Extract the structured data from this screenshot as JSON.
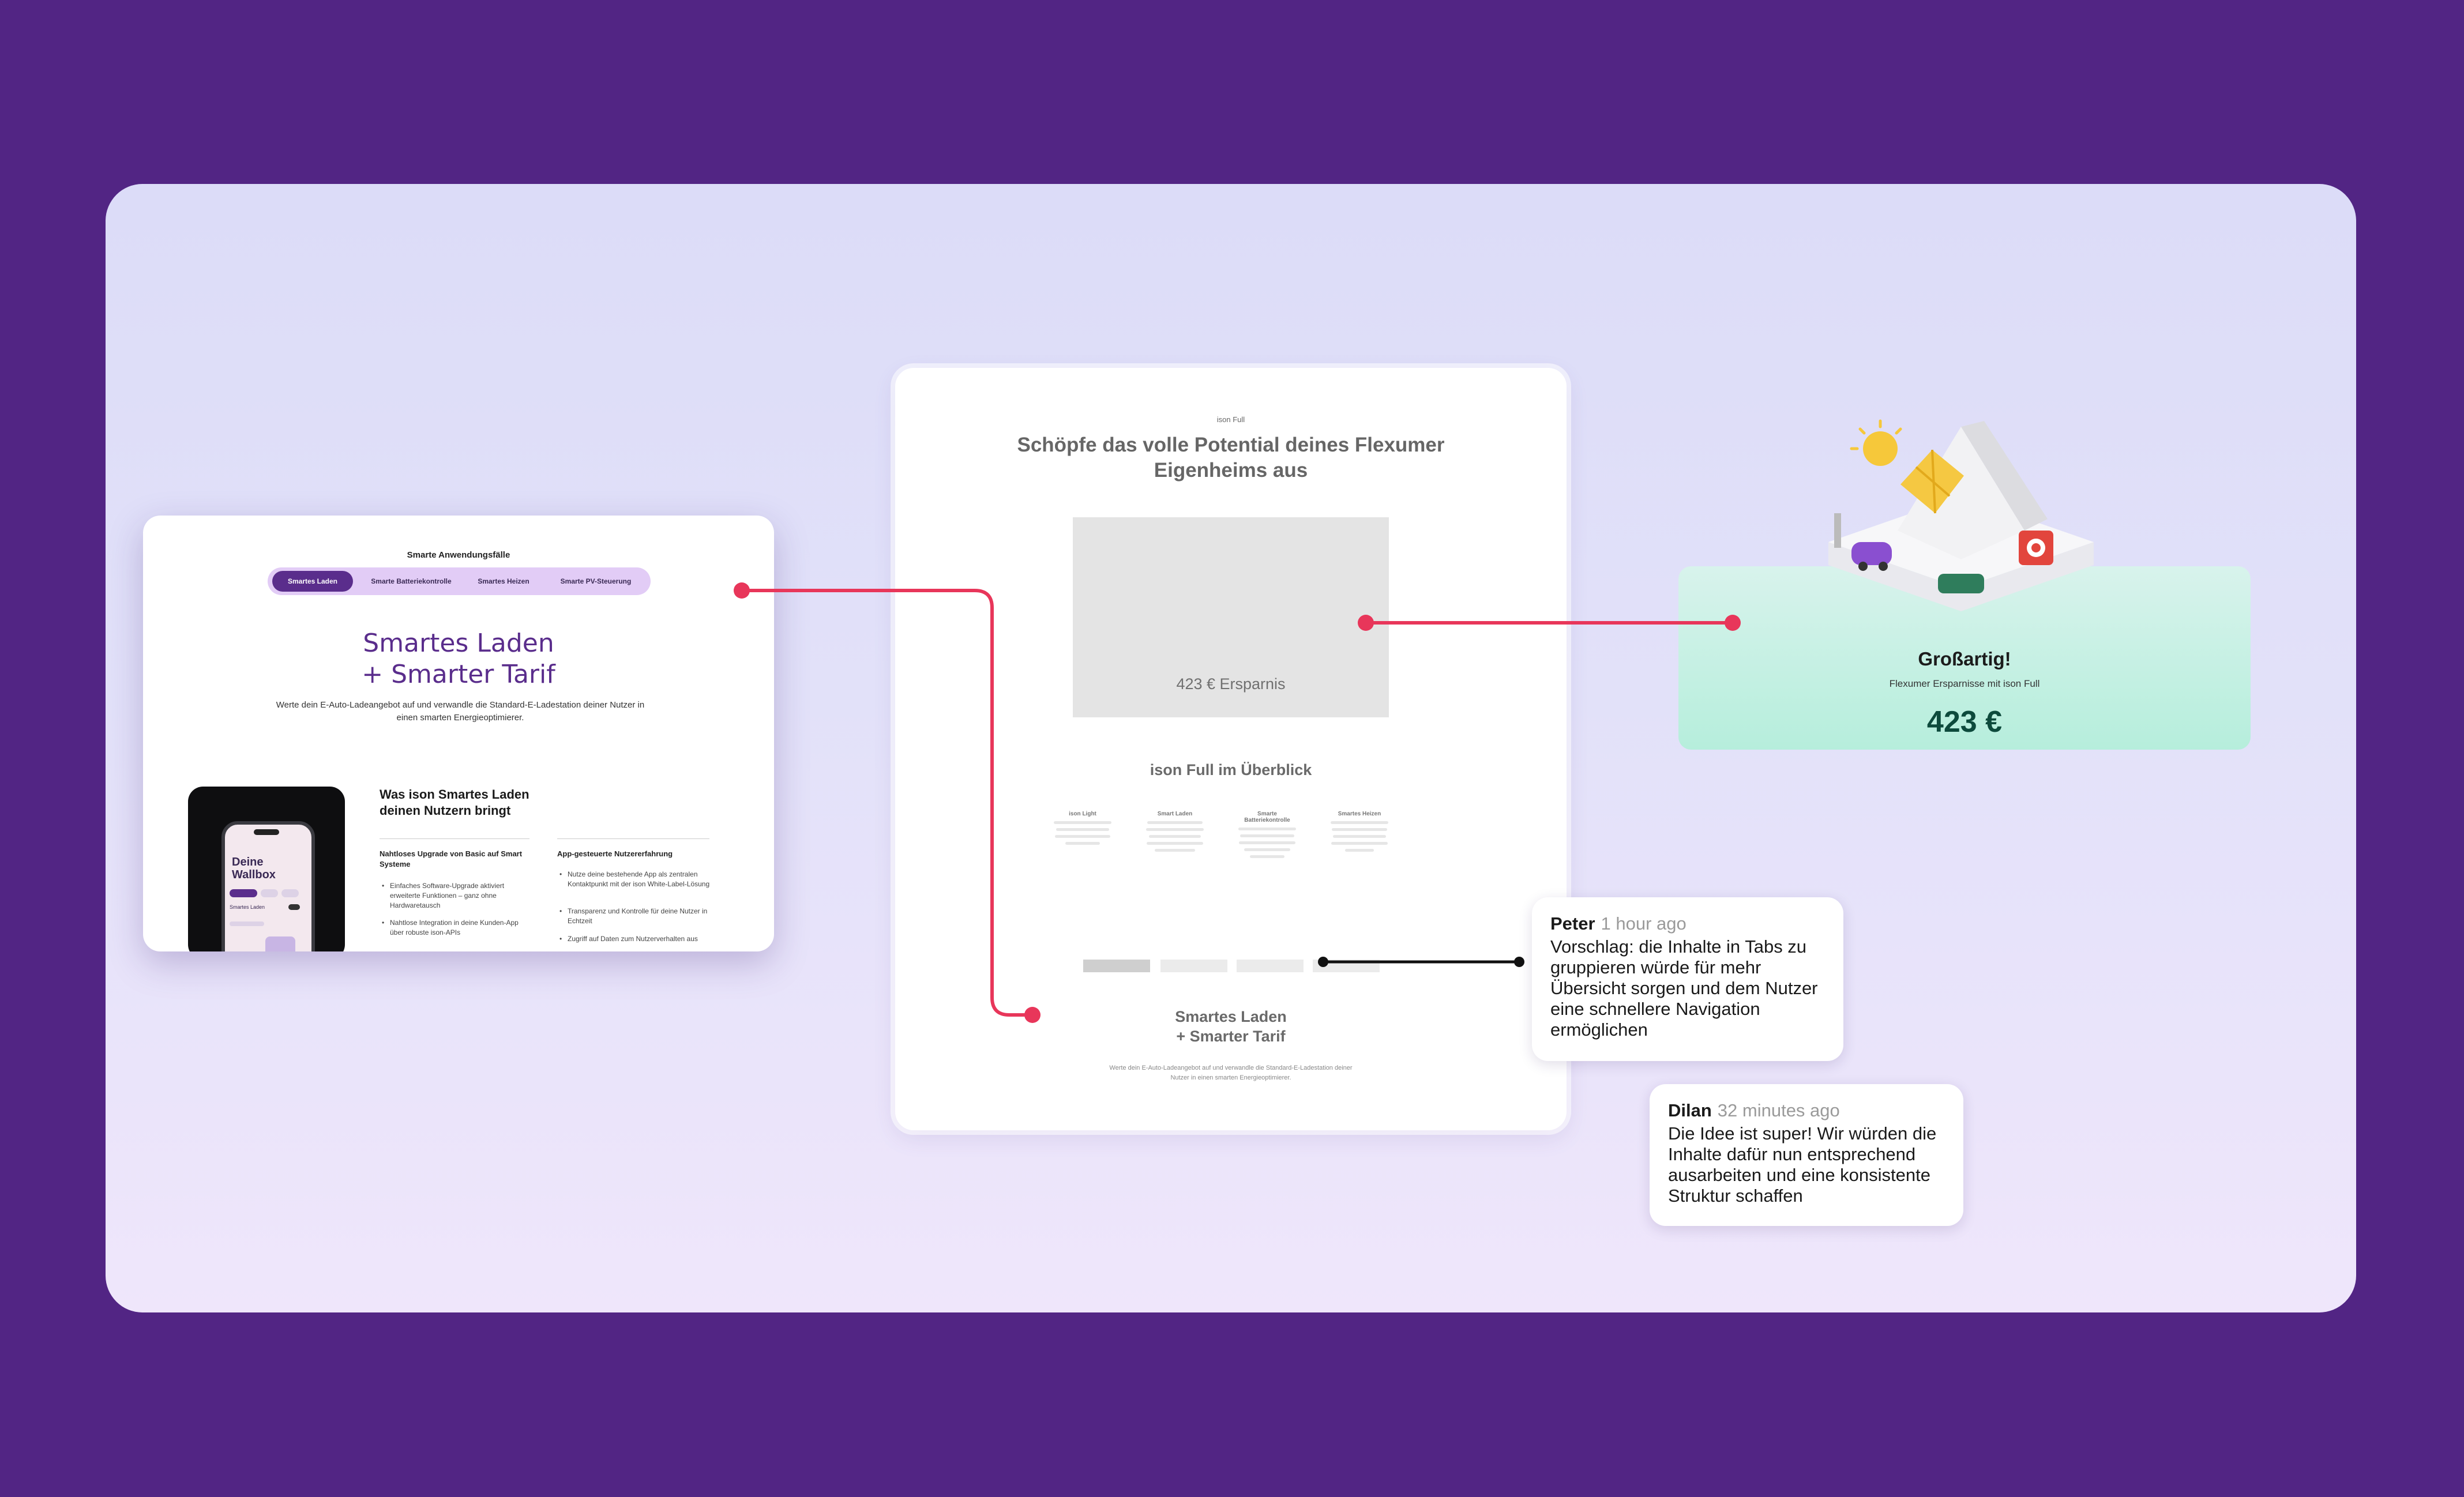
{
  "left_card": {
    "section_title": "Smarte Anwendungsfälle",
    "tabs": [
      "Smartes Laden",
      "Smarte Batteriekontrolle",
      "Smartes Heizen",
      "Smarte PV-Steuerung"
    ],
    "headline_line1": "Smartes Laden",
    "headline_line2": "+ Smarter Tarif",
    "description": "Werte dein E-Auto-Ladeangebot auf und verwandle die Standard-E-Ladestation deiner Nutzer in einen smarten Energieoptimierer.",
    "phone_title": "Deine Wallbox",
    "phone_chip": "Smartes Laden",
    "subheading": "Was ison Smartes Laden deinen Nutzern bringt",
    "col1_title": "Nahtloses Upgrade von Basic auf Smart Systeme",
    "col1_bullets": [
      "Einfaches Software-Upgrade aktiviert erweiterte Funktionen – ganz ohne Hardwaretausch",
      "Nahtlose Integration in deine Kunden-App über robuste ison-APIs"
    ],
    "col2_title": "App-gesteuerte Nutzererfahrung",
    "col2_bullets": [
      "Nutze deine bestehende App als zentralen Kontaktpunkt mit der ison White-Label-Lösung",
      "Transparenz und Kontrolle für deine Nutzer in Echtzeit",
      "Zugriff auf Daten zum Nutzerverhalten aus"
    ]
  },
  "wireframe": {
    "eyebrow": "ison Full",
    "title": "Schöpfe das volle Potential deines Flexumer Eigenheims aus",
    "savings": "423 € Ersparnis",
    "overview_title": "ison Full im Überblick",
    "columns": [
      "ison Light",
      "Smart Laden",
      "Smarte Batteriekontrolle",
      "Smartes Heizen"
    ],
    "smart_title_line1": "Smartes Laden",
    "smart_title_line2": "+ Smarter Tarif",
    "description": "Werte dein E-Auto-Ladeangebot auf und verwandle die Standard-E-Ladestation deiner Nutzer in einen smarten Energieoptimierer."
  },
  "result_card": {
    "title": "Großartig!",
    "subtitle": "Flexumer Ersparnisse mit ison Full",
    "value": "423 €"
  },
  "comments": [
    {
      "author": "Peter",
      "time": "1 hour ago",
      "text": "Vorschlag: die Inhalte in Tabs zu gruppieren würde für mehr Übersicht sorgen und dem Nutzer eine schnellere Navigation ermöglichen"
    },
    {
      "author": "Dilan",
      "time": "32 minutes ago",
      "text": "Die Idee ist super! Wir würden die Inhalte dafür nun entsprechend ausarbeiten und eine konsistente Struktur schaffen"
    }
  ],
  "colors": {
    "background": "#522584",
    "brand": "#5a2d8c",
    "connector": "#e8365a",
    "result_value": "#0d4a3c"
  }
}
